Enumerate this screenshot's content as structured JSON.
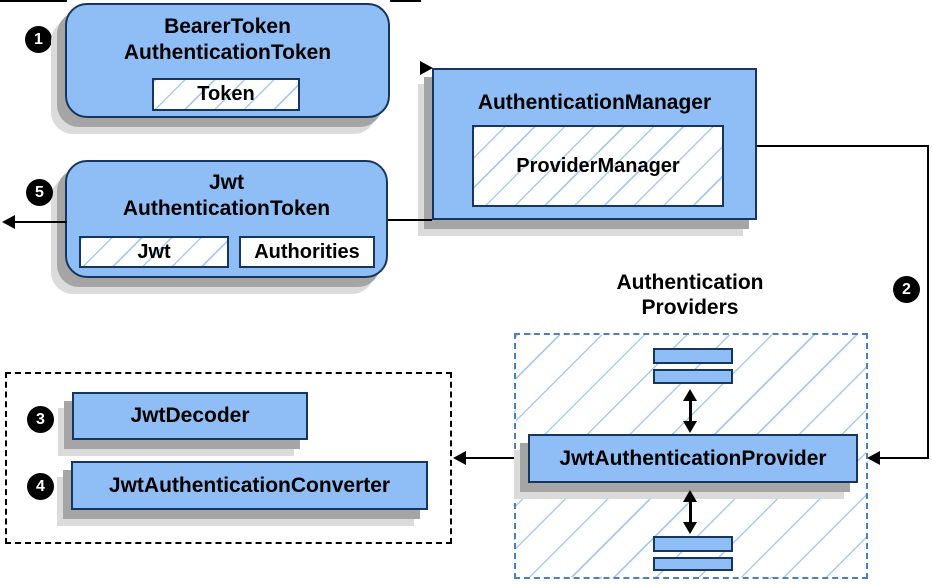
{
  "diagram": {
    "bearer_box": {
      "title1": "BearerToken",
      "title2": "AuthenticationToken",
      "field": "Token"
    },
    "manager_box": {
      "title": "AuthenticationManager",
      "inner": "ProviderManager"
    },
    "jwt_token_box": {
      "title1": "Jwt",
      "title2": "AuthenticationToken",
      "field1": "Jwt",
      "field2": "Authorities"
    },
    "providers_group": {
      "label1": "Authentication",
      "label2": "Providers",
      "provider": "JwtAuthenticationProvider"
    },
    "decoder_group": {
      "decoder": "JwtDecoder",
      "converter": "JwtAuthenticationConverter"
    },
    "steps": {
      "s1": "1",
      "s2": "2",
      "s3": "3",
      "s4": "4",
      "s5": "5"
    },
    "colors": {
      "node_fill": "#8ebef5",
      "node_border": "#16365f",
      "hatch_line": "#a9cbee",
      "group_dashed_blue": "#4a80c0",
      "group_dashed_black": "#000000",
      "shadow_dark": "#a5a5a5",
      "shadow_light": "#dbdbdb",
      "flow_line": "#000000",
      "badge_bg": "#000000",
      "badge_text": "#ffffff"
    }
  }
}
